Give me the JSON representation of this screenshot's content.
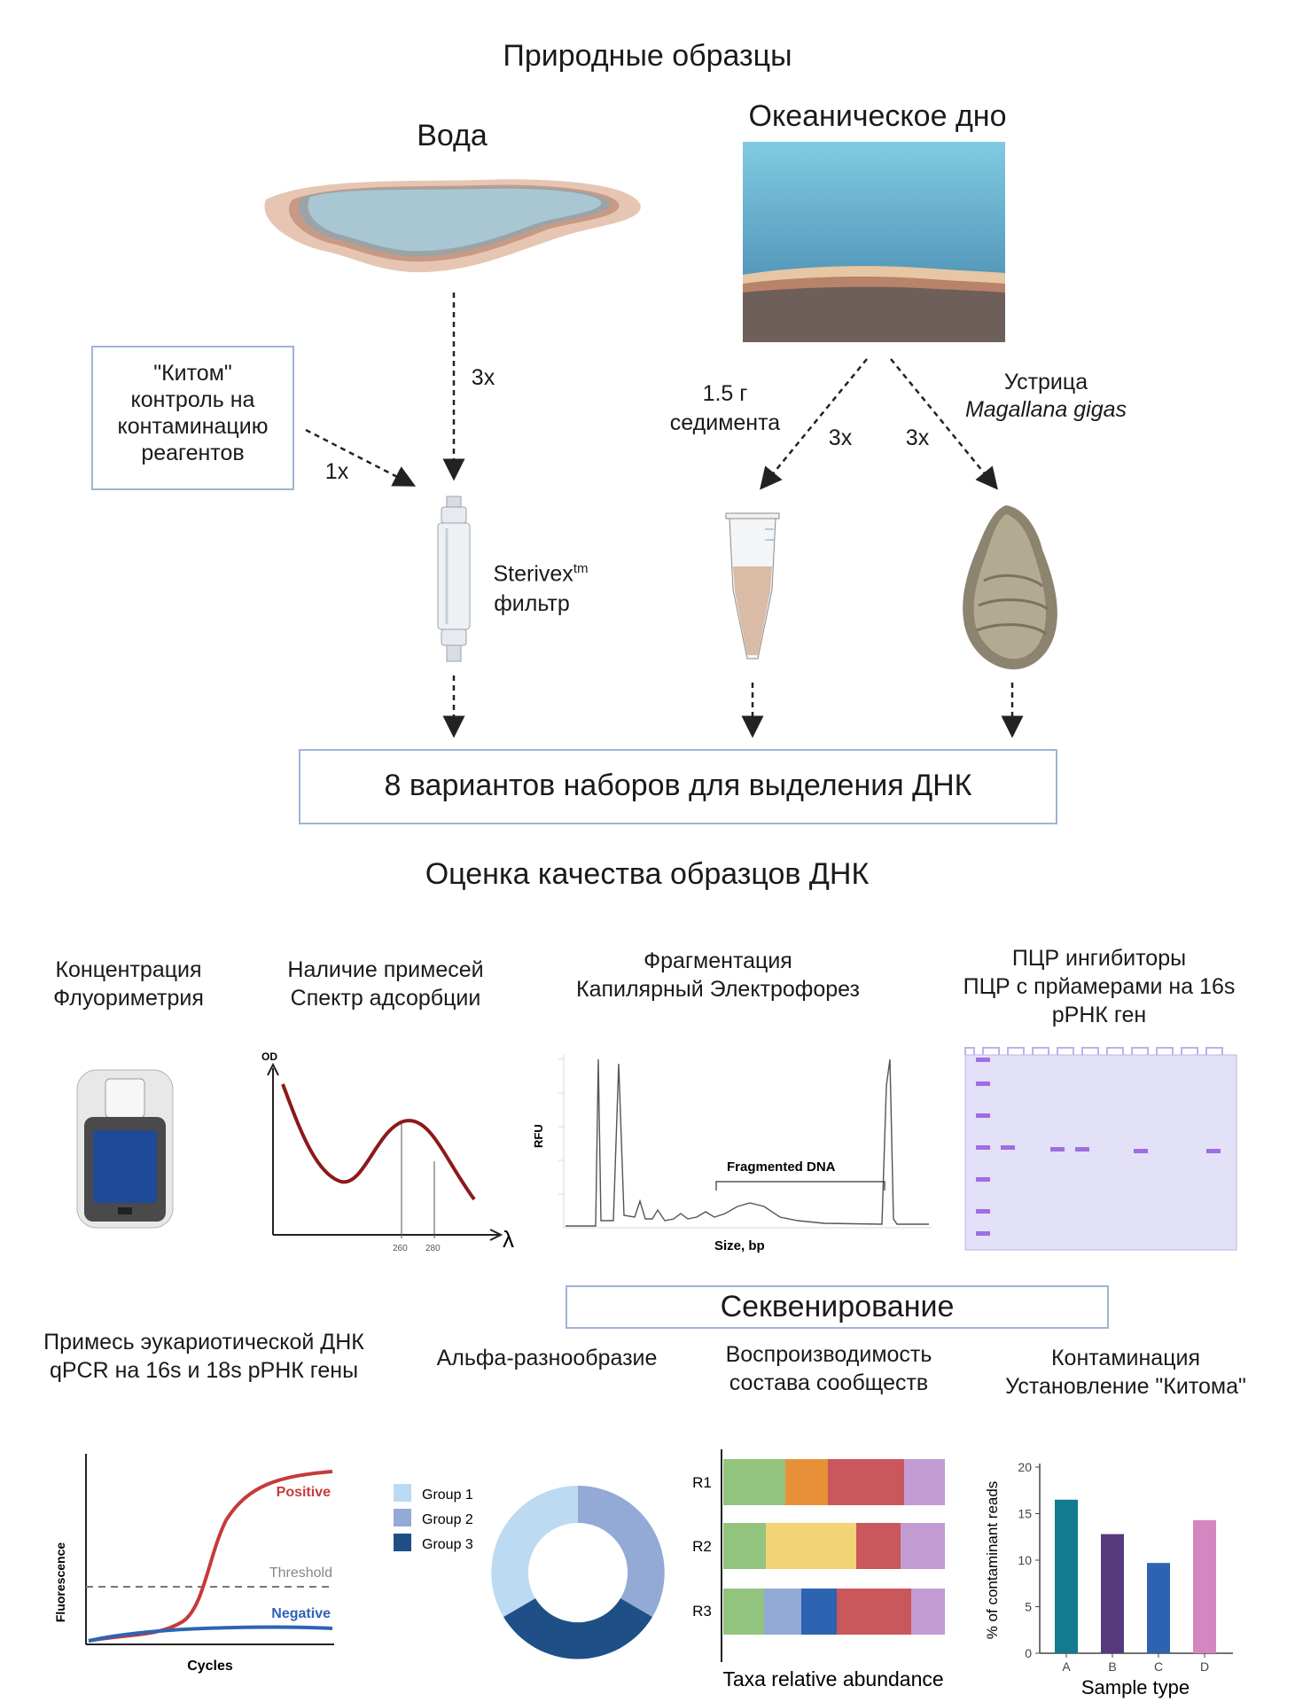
{
  "title": "Природные образцы",
  "water": {
    "label": "Вода",
    "reps": "3x"
  },
  "ocean": {
    "label": "Океаническое дно"
  },
  "control": {
    "lines": [
      "\"Китом\"",
      "контроль на",
      "контаминацию",
      "реагентов"
    ],
    "reps": "1x"
  },
  "sediment": {
    "lines": [
      "1.5 г",
      "седимента"
    ],
    "reps": "3x"
  },
  "oyster": {
    "line1": "Устрица",
    "species": "Magallana gigas",
    "reps": "3x"
  },
  "filter": {
    "name": "Sterivex",
    "sup": "tm",
    "line2": "фильтр"
  },
  "kits_box": "8 вариантов наборов для выделения ДНК",
  "quality_title": "Оценка качества образцов ДНК",
  "qc": [
    {
      "line1": "Концентрация",
      "line2": "Флуориметрия"
    },
    {
      "line1": "Наличие примесей",
      "line2": "Спектр адсорбции"
    },
    {
      "line1": "Фрагментация",
      "line2": "Капилярный Электрофорез"
    },
    {
      "line1": "ПЦР ингибиторы",
      "line2": "ПЦР с прйамерами на 16s",
      "line3": "рРНК ген"
    }
  ],
  "spectrum": {
    "ylabel": "OD",
    "xlabel": "λ",
    "tick1": "260",
    "tick2": "280"
  },
  "electro": {
    "ylabel": "RFU",
    "xlabel": "Size, bp",
    "annotation": "Fragmented DNA"
  },
  "sequencing_box": "Секвенирование",
  "seq": [
    {
      "line1": "Примесь эукариотической ДНК",
      "line2": "qPCR на 16s и 18s рРНК гены"
    },
    {
      "line1": "Альфа-разнообразие"
    },
    {
      "line1": "Воспроизводимость",
      "line2": "состава сообществ"
    },
    {
      "line1": "Контаминация",
      "line2": "Установление \"Китома\""
    }
  ],
  "qpcr": {
    "ylabel": "Fluorescence",
    "xlabel": "Cycles",
    "positive": "Positive",
    "threshold": "Threshold",
    "negative": "Negative"
  },
  "donut": {
    "legend": [
      "Group 1",
      "Group 2",
      "Group 3"
    ],
    "colors": [
      "#bcdaf2",
      "#93a9d6",
      "#1e4f86"
    ]
  },
  "taxa": {
    "rows": [
      "R1",
      "R2",
      "R3"
    ],
    "xlabel": "Taxa relative abundance"
  },
  "chart_data": {
    "type": "bar",
    "categories": [
      "A",
      "B",
      "C",
      "D"
    ],
    "values": [
      16.5,
      12.8,
      9.7,
      14.3
    ],
    "colors": [
      "#137b8f",
      "#573a7d",
      "#2e63b1",
      "#d486c0"
    ],
    "xlabel": "Sample type",
    "ylabel": "% of contaminant reads",
    "ylim": [
      0,
      20
    ],
    "yticks": [
      0,
      5,
      10,
      15,
      20
    ]
  }
}
